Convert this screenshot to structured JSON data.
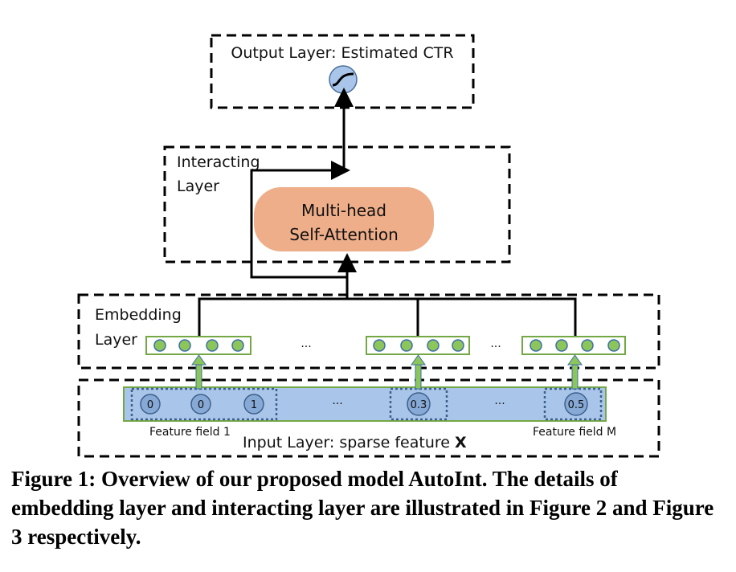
{
  "output_layer": {
    "label": "Output Layer: Estimated CTR"
  },
  "interacting_layer": {
    "label_line1": "Interacting",
    "label_line2": "Layer"
  },
  "attention": {
    "line1": "Multi-head",
    "line2": "Self-Attention"
  },
  "embedding_layer": {
    "label_line1": "Embedding",
    "label_line2": "Layer",
    "ellipsis": "..."
  },
  "input_layer": {
    "label": "Input Layer: sparse feature",
    "label_bold": "X",
    "values": [
      "0",
      "0",
      "1",
      "0.3",
      "0.5"
    ],
    "ellipsis": "...",
    "field_first": "Feature field 1",
    "field_last": "Feature field M"
  },
  "caption": "Figure 1: Overview of our proposed model AutoInt. The details of embedding layer and interacting layer are illustrated in Figure 2 and Figure 3 respectively.",
  "colors": {
    "attention_fill": "#EFAE8A",
    "input_bar": "#A9C6EA",
    "node_fill": "#8CC65A",
    "node_stroke": "#3E6FA8",
    "embed_box_stroke": "#74A845",
    "sigmoid_fill": "#A9C6EA"
  }
}
